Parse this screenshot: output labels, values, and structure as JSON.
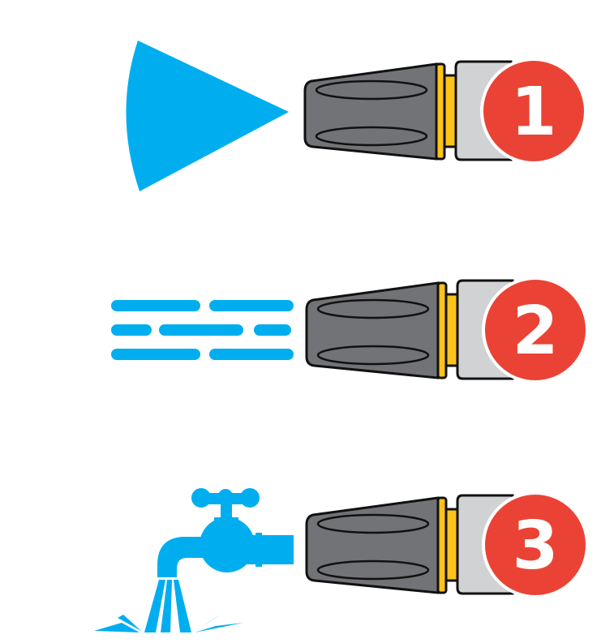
{
  "colors": {
    "water": "#00aeef",
    "body": "#727376",
    "sleeve": "#d1d2d3",
    "gold": "#fcc31b",
    "badge": "#ea4335"
  },
  "settings": [
    {
      "number": "1",
      "spray": "cone-spray-icon"
    },
    {
      "number": "2",
      "spray": "jet-spray-icon"
    },
    {
      "number": "3",
      "spray": "tap-flow-icon"
    }
  ]
}
